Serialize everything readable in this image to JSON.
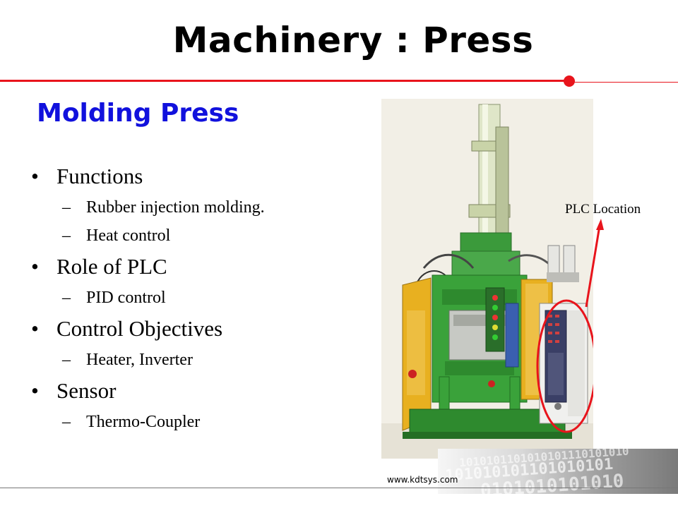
{
  "slide": {
    "title": "Machinery : Press",
    "subtitle": "Molding Press",
    "bullets": [
      {
        "label": "Functions",
        "subitems": [
          "Rubber injection molding.",
          "Heat control"
        ]
      },
      {
        "label": "Role of PLC",
        "subitems": [
          "PID control"
        ]
      },
      {
        "label": "Control Objectives",
        "subitems": [
          "Heater, Inverter"
        ]
      },
      {
        "label": "Sensor",
        "subitems": [
          "Thermo-Coupler"
        ]
      }
    ],
    "photo_annotation": "PLC Location",
    "footer_url": "www.kdtsys.com"
  },
  "colors": {
    "accent_red": "#e8141c",
    "subtitle_blue": "#1111dd",
    "machine_green": "#3aa23a",
    "machine_yellow": "#e8b020",
    "cabinet_white": "#f0f0ee"
  }
}
